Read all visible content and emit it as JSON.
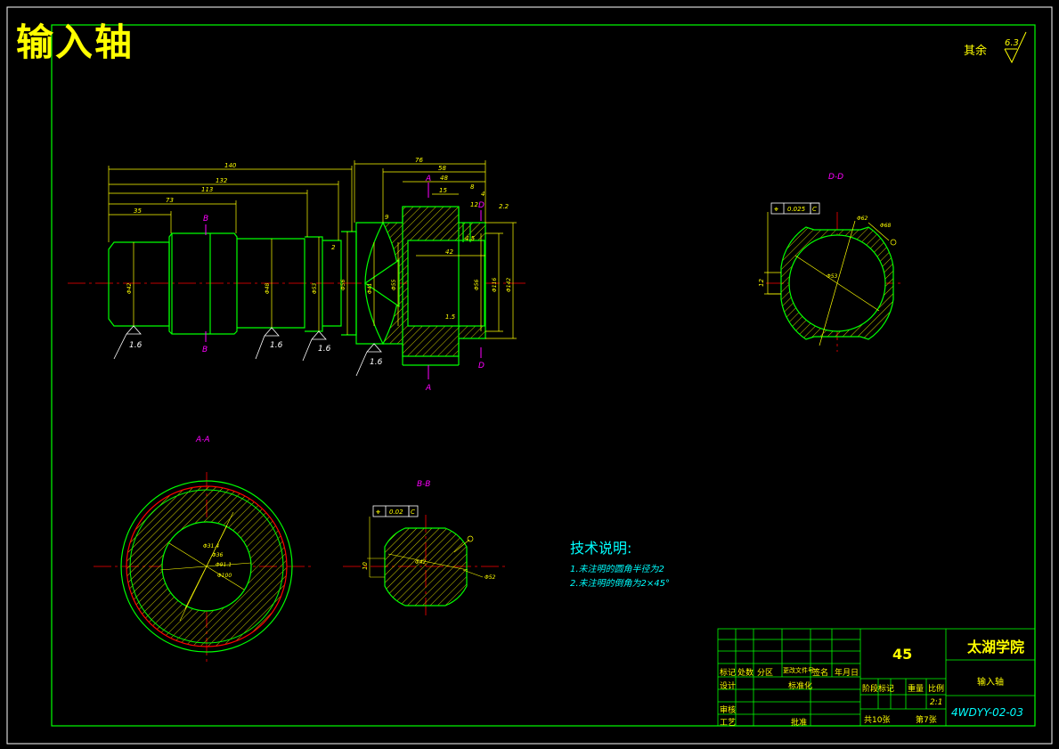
{
  "drawing": {
    "title": "输入轴",
    "roughness_note": "其余",
    "roughness_value": "6.3"
  },
  "views": {
    "main_dims": [
      "140",
      "132",
      "113",
      "73",
      "35",
      "76",
      "58",
      "48",
      "15",
      "8",
      "9",
      "4",
      "2",
      "42",
      "4.5",
      "12",
      "2.2",
      "1.5"
    ],
    "main_diams": [
      "Φ42",
      "Φ48",
      "Φ53",
      "Φ56",
      "Φ41",
      "Φ55",
      "Φ56",
      "Φ116",
      "Φ142"
    ],
    "main_roughness": [
      "1.6",
      "1.6",
      "1.6",
      "1.6"
    ],
    "section_labels": [
      "B",
      "B",
      "A",
      "A",
      "D",
      "D"
    ],
    "aa": {
      "label": "A-A",
      "dims": [
        "Φ31.4",
        "Φ36",
        "Φ91.1",
        "Φ100"
      ]
    },
    "bb": {
      "label": "B-B",
      "tol_symbol": "⌖",
      "tol_value": "0.02",
      "datum": "C",
      "dims": [
        "Φ42",
        "Φ52",
        "10"
      ]
    },
    "dd": {
      "label": "D-D",
      "tol_symbol": "⌖",
      "tol_value": "0.025",
      "datum": "C",
      "dims": [
        "Φ62",
        "Φ68",
        "12",
        "Φ53"
      ]
    }
  },
  "tech": {
    "title": "技术说明:",
    "lines": [
      "1.未注明的圆角半径为2",
      "2.未注明的倒角为2×45°"
    ]
  },
  "titleblock": {
    "material": "45",
    "school": "太湖学院",
    "part_name": "输入轴",
    "drawing_no": "4WDYY-02-03",
    "scale": "2:1",
    "row_labels": [
      "标记",
      "处数",
      "分区",
      "更改文件号",
      "签名",
      "年月日"
    ],
    "design": "设计",
    "design_extra": "标准化",
    "review": "审核",
    "process": "工艺",
    "approve": "批准",
    "stage": "阶段标记",
    "weight": "重量",
    "ratio": "比例",
    "sheets_total": "共10张",
    "sheet_no": "第7张"
  }
}
